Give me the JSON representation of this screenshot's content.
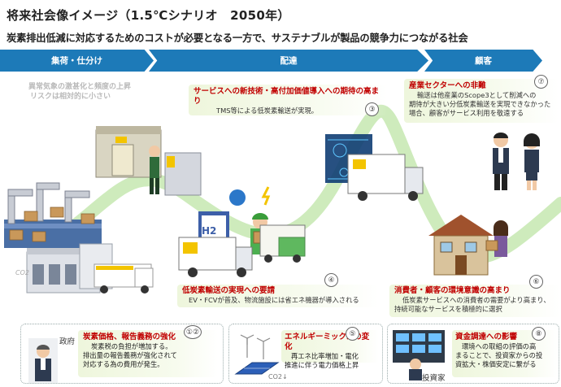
{
  "header": {
    "title": "将来社会像イメージ（1.5℃シナリオ　2050年）",
    "subtitle": "炭素排出低減に対応するためのコストが必要となる一方で、サステナブルが製品の競争力につながる社会"
  },
  "phases": [
    "集荷・仕分け",
    "配達",
    "顧客"
  ],
  "gray_note": {
    "line1": "異常気象の激甚化と頻度の上昇",
    "line2": "リスクは相対的に小さい"
  },
  "cards": {
    "c3": {
      "num": "③",
      "head": "サービスへの新技術・高付加価値導入への期待の高まり",
      "body": "TMS等による低炭素輸送が実現。"
    },
    "c7": {
      "num": "⑦",
      "head": "産業セクターへの非難",
      "body1": "輸送は他産業のScope3として削減への",
      "body2": "期待が大きい分低炭素輸送を実現できなかった",
      "body3": "場合、顧客がサービス利用を敬遠する"
    },
    "c4": {
      "num": "④",
      "head": "低炭素輸送の実現への要請",
      "body": "EV・FCVが普及、物流施設には省エネ機器が導入される"
    },
    "c6": {
      "num": "⑥",
      "head": "消費者・顧客の環境意識の高まり",
      "body1": "低炭素サービスへの消費者の需要がより高まり、",
      "body2": "持続可能なサービスを積極的に選択"
    }
  },
  "bottom": {
    "gov": {
      "label": "政府",
      "num": "①②",
      "head": "炭素価格、報告義務の強化",
      "body1": "炭素税の負担が増加する。",
      "body2": "排出量の報告義務が強化されて",
      "body3": "対応する為の費用が発生。"
    },
    "energy": {
      "num": "⑤",
      "head": "エネルギーミックスの変化",
      "body1": "再エネ比率増加・電化",
      "body2": "推進に伴う電力価格上昇",
      "co2": "CO2↓"
    },
    "investor": {
      "label": "投資家",
      "num": "⑧",
      "head": "資金調達への影響",
      "body1": "環境への取組の評価の高",
      "body2": "まることで、投資家からの投",
      "body3": "資拡大・株価安定に繋がる"
    }
  },
  "scene": {
    "h2": "H2",
    "co2_factory": "CO2"
  },
  "colors": {
    "phase": "#1d7ab8",
    "head": "#c00000",
    "curve": "#bfe6a6",
    "card": "#eef6dc"
  }
}
